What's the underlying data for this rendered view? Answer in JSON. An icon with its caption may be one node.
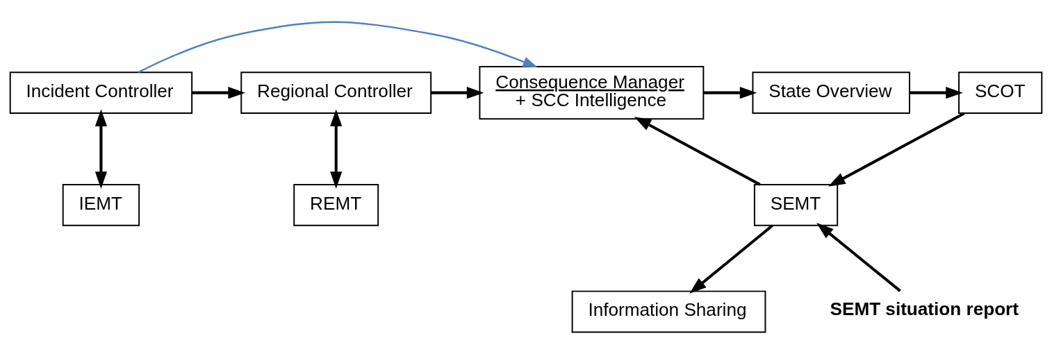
{
  "diagram": {
    "nodes": [
      {
        "text": [
          "Incident Controller"
        ]
      },
      {
        "text": [
          "Regional Controller"
        ]
      },
      {
        "text": [
          "Consequence Manager",
          "+ SCC Intelligence"
        ]
      },
      {
        "text": [
          "State Overview"
        ]
      },
      {
        "text": [
          "SCOT"
        ]
      },
      {
        "text": [
          "IEMT"
        ]
      },
      {
        "text": [
          "REMT"
        ]
      },
      {
        "text": [
          "SEMT"
        ]
      },
      {
        "text": [
          "Information Sharing"
        ]
      },
      {
        "text": [
          "SEMT situation report"
        ]
      }
    ],
    "edges": [
      {
        "from": 0,
        "to": 1,
        "arrow": "to"
      },
      {
        "from": 1,
        "to": 2,
        "arrow": "to"
      },
      {
        "from": 2,
        "to": 3,
        "arrow": "to"
      },
      {
        "from": 3,
        "to": 4,
        "arrow": "to"
      },
      {
        "from": 0,
        "to": 2,
        "arrow": "to",
        "color": "#4f81bd"
      },
      {
        "from": 0,
        "to": 5,
        "arrow": "both"
      },
      {
        "from": 1,
        "to": 6,
        "arrow": "both"
      },
      {
        "from": 7,
        "to": 2,
        "arrow": "to"
      },
      {
        "from": 4,
        "to": 7,
        "arrow": "to"
      },
      {
        "from": 7,
        "to": 8,
        "arrow": "to"
      },
      {
        "from": 9,
        "to": 7,
        "arrow": "to"
      }
    ]
  }
}
